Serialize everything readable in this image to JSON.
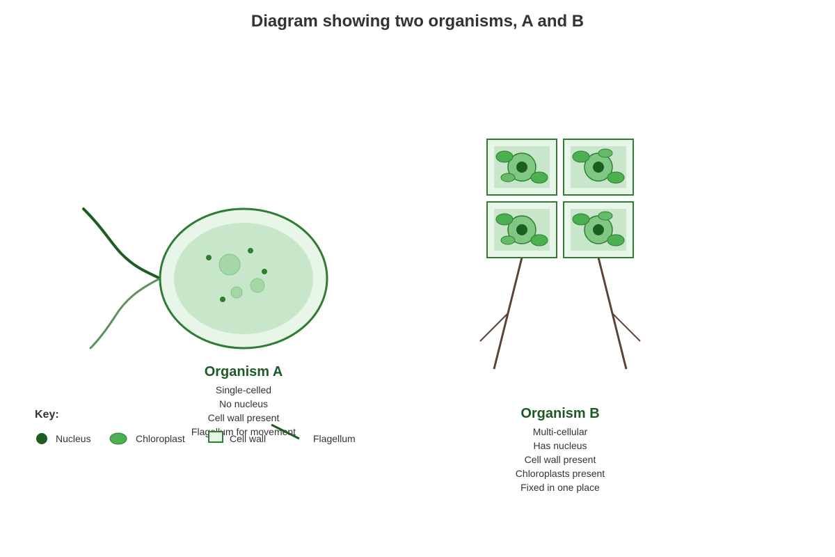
{
  "title": "Diagram showing two organisms, A and B",
  "colors": {
    "cell_wall_stroke": "#2e7d32",
    "cytoplasm": "#c8e6c9",
    "cell_fill": "#e8f5e9",
    "nucleus": "#1b5e20",
    "chloroplast": "#4caf50",
    "flagellum": "#1b5e20",
    "stem": "#5d4037",
    "heading": "#1e5a26"
  },
  "organism_a": {
    "name": "Organism A",
    "features": [
      "Single-celled",
      "No nucleus",
      "Cell wall present",
      "Flagellum for movement"
    ]
  },
  "organism_b": {
    "name": "Organism B",
    "features": [
      "Multi-cellular",
      "Has nucleus",
      "Cell wall present",
      "Chloroplasts present",
      "Fixed in one place"
    ]
  },
  "key": {
    "title": "Key:",
    "items": [
      {
        "label": "Nucleus",
        "icon": "nucleus-icon"
      },
      {
        "label": "Chloroplast",
        "icon": "chloroplast-icon"
      },
      {
        "label": "Cell wall",
        "icon": "cell-wall-icon"
      },
      {
        "label": "Flagellum",
        "icon": "flagellum-icon"
      }
    ]
  }
}
